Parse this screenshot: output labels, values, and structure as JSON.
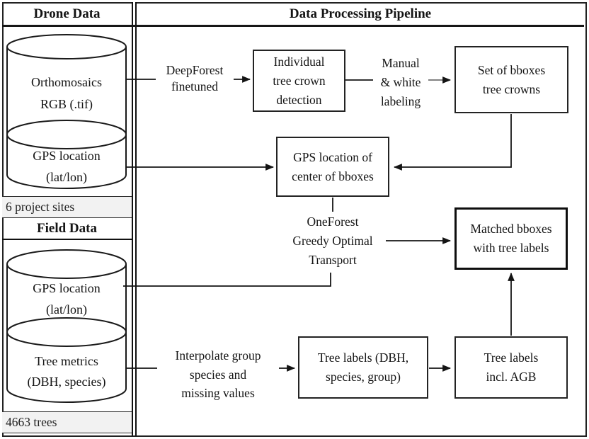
{
  "headers": {
    "drone": "Drone Data",
    "pipeline": "Data Processing Pipeline",
    "field": "Field Data"
  },
  "left_panel": {
    "drone_db_orthomosaics": "Orthomosaics\nRGB (.tif)",
    "drone_db_gps": "GPS location\n(lat/lon)",
    "drone_note": "6 project sites",
    "field_db_gps": "GPS location\n(lat/lon)",
    "field_db_metrics": "Tree metrics\n(DBH, species)",
    "field_note": "4663 trees"
  },
  "pipeline": {
    "edge_labels": {
      "deepforest": "DeepForest\nfinetuned",
      "manual_labeling": "Manual\n& white\nlabeling",
      "oneforest": "OneForest\nGreedy Optimal\nTransport",
      "interpolate": "Interpolate group\nspecies and\nmissing values"
    },
    "boxes": {
      "tree_crown_detection": "Individual\ntree crown\ndetection",
      "set_of_bboxes": "Set of bboxes\ntree crowns",
      "gps_center_bboxes": "GPS location of\ncenter of bboxes",
      "matched_bboxes": "Matched bboxes\nwith tree labels",
      "tree_labels_group": "Tree labels (DBH,\nspecies, group)",
      "tree_labels_agb": "Tree labels\nincl. AGB"
    }
  },
  "colors": {
    "ink": "#161616",
    "note_background": "#f2f2f2",
    "muted_arrow": "#6f6f6f"
  }
}
